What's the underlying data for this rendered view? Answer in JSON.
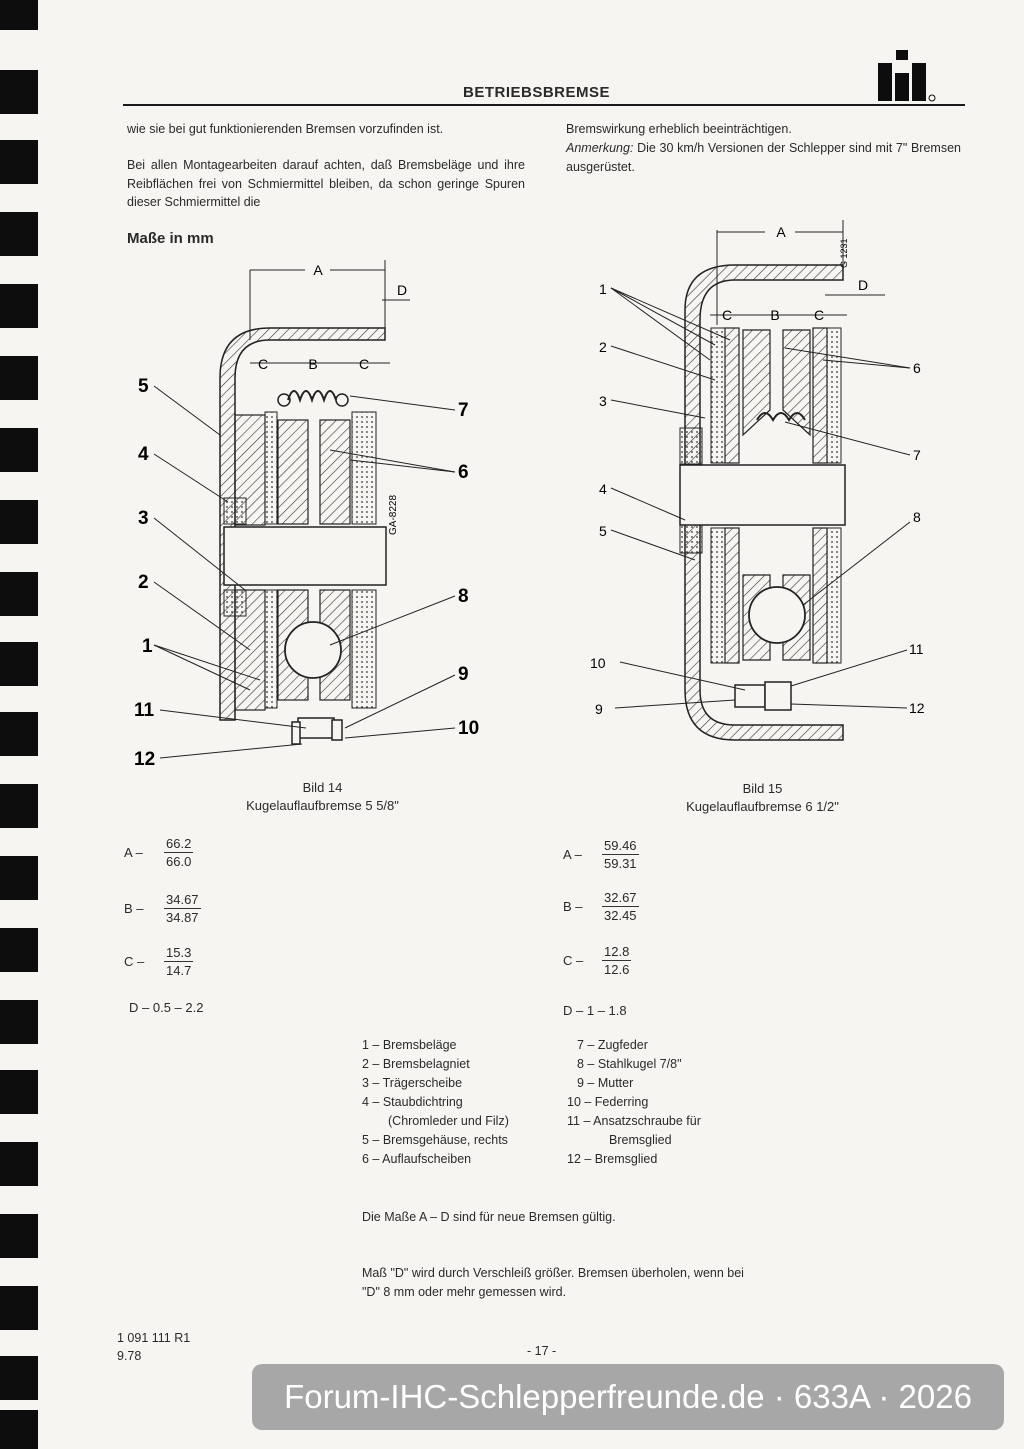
{
  "header": {
    "title": "BETRIEBSBREMSE"
  },
  "intro": {
    "left_para1": "wie sie bei gut funktionierenden Bremsen vorzufinden ist.",
    "left_para2": "Bei allen Montagearbeiten darauf achten, daß Bremsbeläge und ihre Reibflächen frei von Schmiermittel bleiben, da schon geringe Spuren dieser Schmiermittel die",
    "right_para1": "Bremswirkung erheblich beeinträchtigen.",
    "right_note_label": "Anmerkung:",
    "right_note_text": " Die 30 km/h Versionen der Schlepper sind mit 7\" Bremsen ausgerüstet."
  },
  "section_title": "Maße in mm",
  "figure14": {
    "code": "GA-8228",
    "caption_line1": "Bild 14",
    "caption_line2": "Kugelauflaufbremse 5 5/8\"",
    "dims": {
      "A": "A",
      "B": "B",
      "C": "C",
      "D": "D"
    },
    "labels": [
      "1",
      "2",
      "3",
      "4",
      "5",
      "6",
      "7",
      "8",
      "9",
      "10",
      "11",
      "12"
    ]
  },
  "figure15": {
    "code": "G 1231",
    "caption_line1": "Bild 15",
    "caption_line2": "Kugelauflaufbremse 6 1/2\"",
    "dims": {
      "A": "A",
      "B": "B",
      "C": "C",
      "D": "D"
    },
    "labels": [
      "1",
      "2",
      "3",
      "4",
      "5",
      "6",
      "7",
      "8",
      "9",
      "10",
      "11",
      "12"
    ]
  },
  "measures14": {
    "A": {
      "label": "A –",
      "upper": "66.2",
      "lower": "66.0"
    },
    "B": {
      "label": "B –",
      "upper": "34.67",
      "lower": "34.87"
    },
    "C": {
      "label": "C –",
      "upper": "15.3",
      "lower": "14.7"
    },
    "D": {
      "label": "D –",
      "value": "0.5 – 2.2"
    }
  },
  "measures15": {
    "A": {
      "label": "A –",
      "upper": "59.46",
      "lower": "59.31"
    },
    "B": {
      "label": "B –",
      "upper": "32.67",
      "lower": "32.45"
    },
    "C": {
      "label": "C –",
      "upper": "12.8",
      "lower": "12.6"
    },
    "D": {
      "label": "D –",
      "value": "1 – 1.8"
    }
  },
  "legend_left": [
    "1 – Bremsbeläge",
    "2 – Bremsbelagniet",
    "3 – Trägerscheibe",
    "4 – Staubdichtring",
    "(Chromleder und Filz)",
    "5 – Bremsgehäuse, rechts",
    "6 – Auflaufscheiben"
  ],
  "legend_right": [
    "7 – Zugfeder",
    "8 – Stahlkugel 7/8\"",
    "9 – Mutter",
    "10 – Federring",
    "11 – Ansatzschraube für",
    "Bremsglied",
    "12 – Bremsglied"
  ],
  "notes": {
    "validity": "Die Maße A – D sind für neue Bremsen gültig.",
    "wear": "Maß \"D\" wird durch Verschleiß größer. Bremsen überholen, wenn bei \"D\" 8 mm oder mehr gemessen wird."
  },
  "footer": {
    "part_no": "1 091 111 R1",
    "date": "9.78",
    "page": "- 17 -"
  },
  "watermark": "Forum-IHC-Schlepperfreunde.de · 633A · 2026"
}
